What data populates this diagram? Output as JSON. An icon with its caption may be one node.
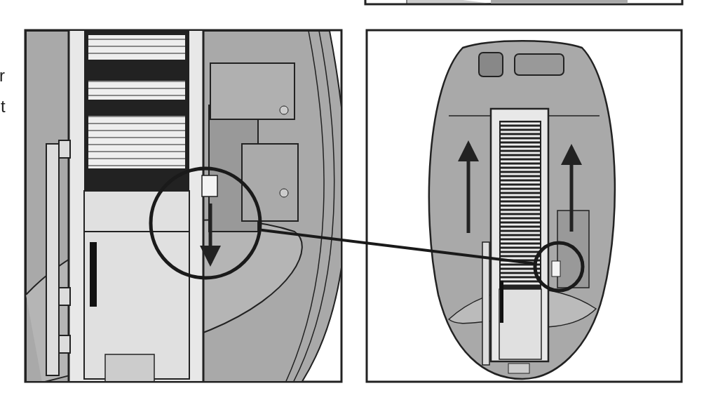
{
  "diagram": {
    "nodes": [
      {
        "text": [],
        "shape": "circle"
      },
      {
        "text": [],
        "shape": "circle"
      }
    ],
    "edges": [
      {
        "from": 0,
        "to": 1,
        "arrow": "none"
      }
    ],
    "labels": [
      "r",
      "t"
    ]
  }
}
